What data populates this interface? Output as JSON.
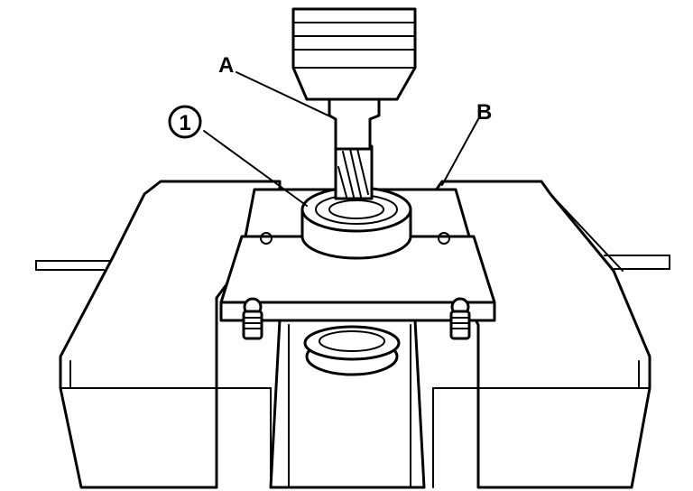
{
  "callouts": {
    "a": "A",
    "b": "B",
    "one": "1"
  },
  "colors": {
    "line": "#000000",
    "background": "#ffffff"
  }
}
